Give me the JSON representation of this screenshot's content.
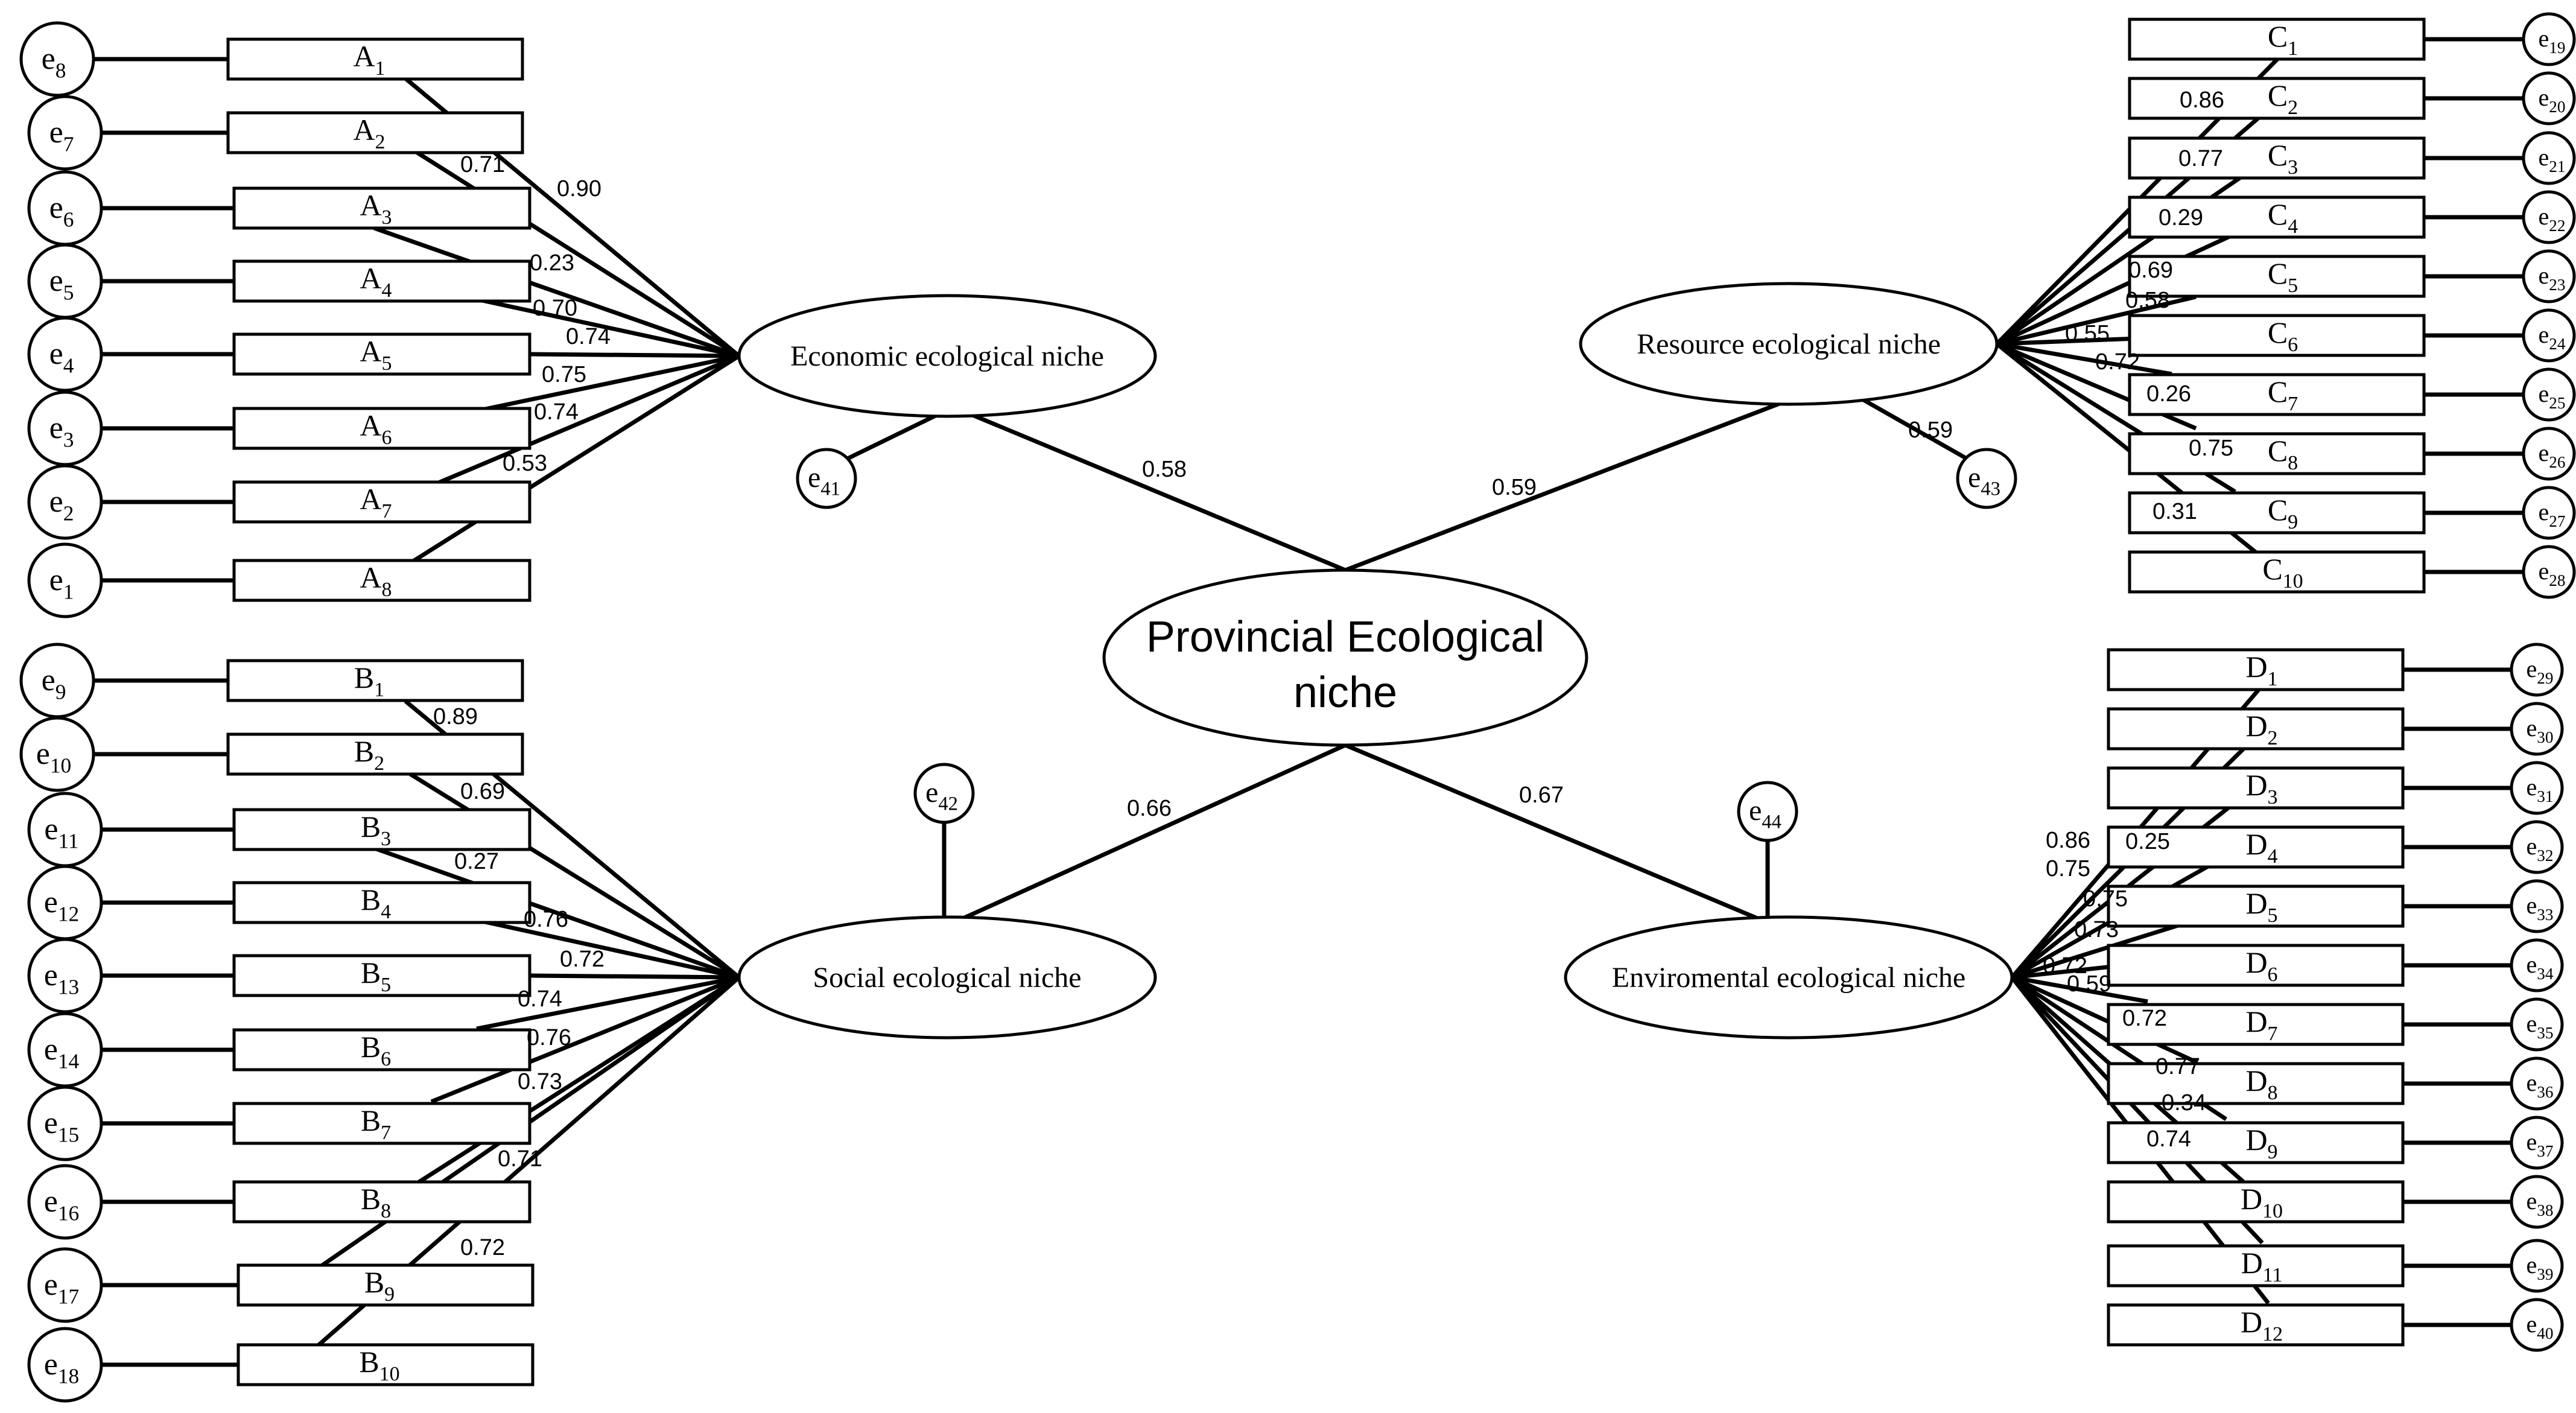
{
  "center": {
    "line1": "Provincial Ecological",
    "line2": "niche"
  },
  "factors": [
    {
      "id": "econ",
      "label": "Economic ecological niche",
      "loading": "0.58",
      "error": {
        "base": "e",
        "sub": "41"
      }
    },
    {
      "id": "res",
      "label": "Resource ecological niche",
      "loading": "0.59",
      "error": {
        "base": "e",
        "sub": "43"
      },
      "error_loading": "0.59"
    },
    {
      "id": "soc",
      "label": "Social ecological niche",
      "loading": "0.66",
      "error": {
        "base": "e",
        "sub": "42"
      }
    },
    {
      "id": "env",
      "label": "Enviromental ecological niche",
      "loading": "0.67",
      "error": {
        "base": "e",
        "sub": "44"
      }
    }
  ],
  "indicators": {
    "A": [
      {
        "base": "A",
        "sub": "1",
        "error_sub": "8",
        "loading": "0.90"
      },
      {
        "base": "A",
        "sub": "2",
        "error_sub": "7",
        "loading": "0.71"
      },
      {
        "base": "A",
        "sub": "3",
        "error_sub": "6",
        "loading": "0.23"
      },
      {
        "base": "A",
        "sub": "4",
        "error_sub": "5",
        "loading": "0.70"
      },
      {
        "base": "A",
        "sub": "5",
        "error_sub": "4",
        "loading": "0.74"
      },
      {
        "base": "A",
        "sub": "6",
        "error_sub": "3",
        "loading": "0.75"
      },
      {
        "base": "A",
        "sub": "7",
        "error_sub": "2",
        "loading": "0.74"
      },
      {
        "base": "A",
        "sub": "8",
        "error_sub": "1",
        "loading": "0.53"
      }
    ],
    "B": [
      {
        "base": "B",
        "sub": "1",
        "error_sub": "9",
        "loading": "0.89"
      },
      {
        "base": "B",
        "sub": "2",
        "error_sub": "10",
        "loading": "0.69"
      },
      {
        "base": "B",
        "sub": "3",
        "error_sub": "11",
        "loading": "0.27"
      },
      {
        "base": "B",
        "sub": "4",
        "error_sub": "12",
        "loading": "0.76"
      },
      {
        "base": "B",
        "sub": "5",
        "error_sub": "13",
        "loading": "0.72"
      },
      {
        "base": "B",
        "sub": "6",
        "error_sub": "14",
        "loading": "0.74"
      },
      {
        "base": "B",
        "sub": "7",
        "error_sub": "15",
        "loading": "0.76"
      },
      {
        "base": "B",
        "sub": "8",
        "error_sub": "16",
        "loading": "0.73"
      },
      {
        "base": "B",
        "sub": "9",
        "error_sub": "17",
        "loading": "0.71"
      },
      {
        "base": "B",
        "sub": "10",
        "error_sub": "18",
        "loading": "0.72"
      }
    ],
    "C": [
      {
        "base": "C",
        "sub": "1",
        "error_sub": "19",
        "loading": "0.86"
      },
      {
        "base": "C",
        "sub": "2",
        "error_sub": "20",
        "loading": "0.77"
      },
      {
        "base": "C",
        "sub": "3",
        "error_sub": "21",
        "loading": "0.29"
      },
      {
        "base": "C",
        "sub": "4",
        "error_sub": "22",
        "loading": "0.69"
      },
      {
        "base": "C",
        "sub": "5",
        "error_sub": "23",
        "loading": "0.58"
      },
      {
        "base": "C",
        "sub": "6",
        "error_sub": "24",
        "loading": "0.55"
      },
      {
        "base": "C",
        "sub": "7",
        "error_sub": "25",
        "loading": "0.72"
      },
      {
        "base": "C",
        "sub": "8",
        "error_sub": "26",
        "loading": "0.26"
      },
      {
        "base": "C",
        "sub": "9",
        "error_sub": "27",
        "loading": "0.75"
      },
      {
        "base": "C",
        "sub": "10",
        "error_sub": "28",
        "loading": "0.31"
      }
    ],
    "D": [
      {
        "base": "D",
        "sub": "1",
        "error_sub": "29",
        "loading": "0.86"
      },
      {
        "base": "D",
        "sub": "2",
        "error_sub": "30",
        "loading": "0.75"
      },
      {
        "base": "D",
        "sub": "3",
        "error_sub": "31",
        "loading": "0.25"
      },
      {
        "base": "D",
        "sub": "4",
        "error_sub": "32",
        "loading": "0.75"
      },
      {
        "base": "D",
        "sub": "5",
        "error_sub": "33",
        "loading": "0.73"
      },
      {
        "base": "D",
        "sub": "6",
        "error_sub": "34",
        "loading": "0.72"
      },
      {
        "base": "D",
        "sub": "7",
        "error_sub": "35",
        "loading": "0.59"
      },
      {
        "base": "D",
        "sub": "8",
        "error_sub": "36",
        "loading": "0.72"
      },
      {
        "base": "D",
        "sub": "9",
        "error_sub": "37",
        "loading": "0.77"
      },
      {
        "base": "D",
        "sub": "10",
        "error_sub": "38",
        "loading": "0.34"
      },
      {
        "base": "D",
        "sub": "11",
        "error_sub": "39",
        "loading": "0.74"
      },
      {
        "base": "D",
        "sub": "12",
        "error_sub": "40",
        "loading": ""
      }
    ]
  }
}
